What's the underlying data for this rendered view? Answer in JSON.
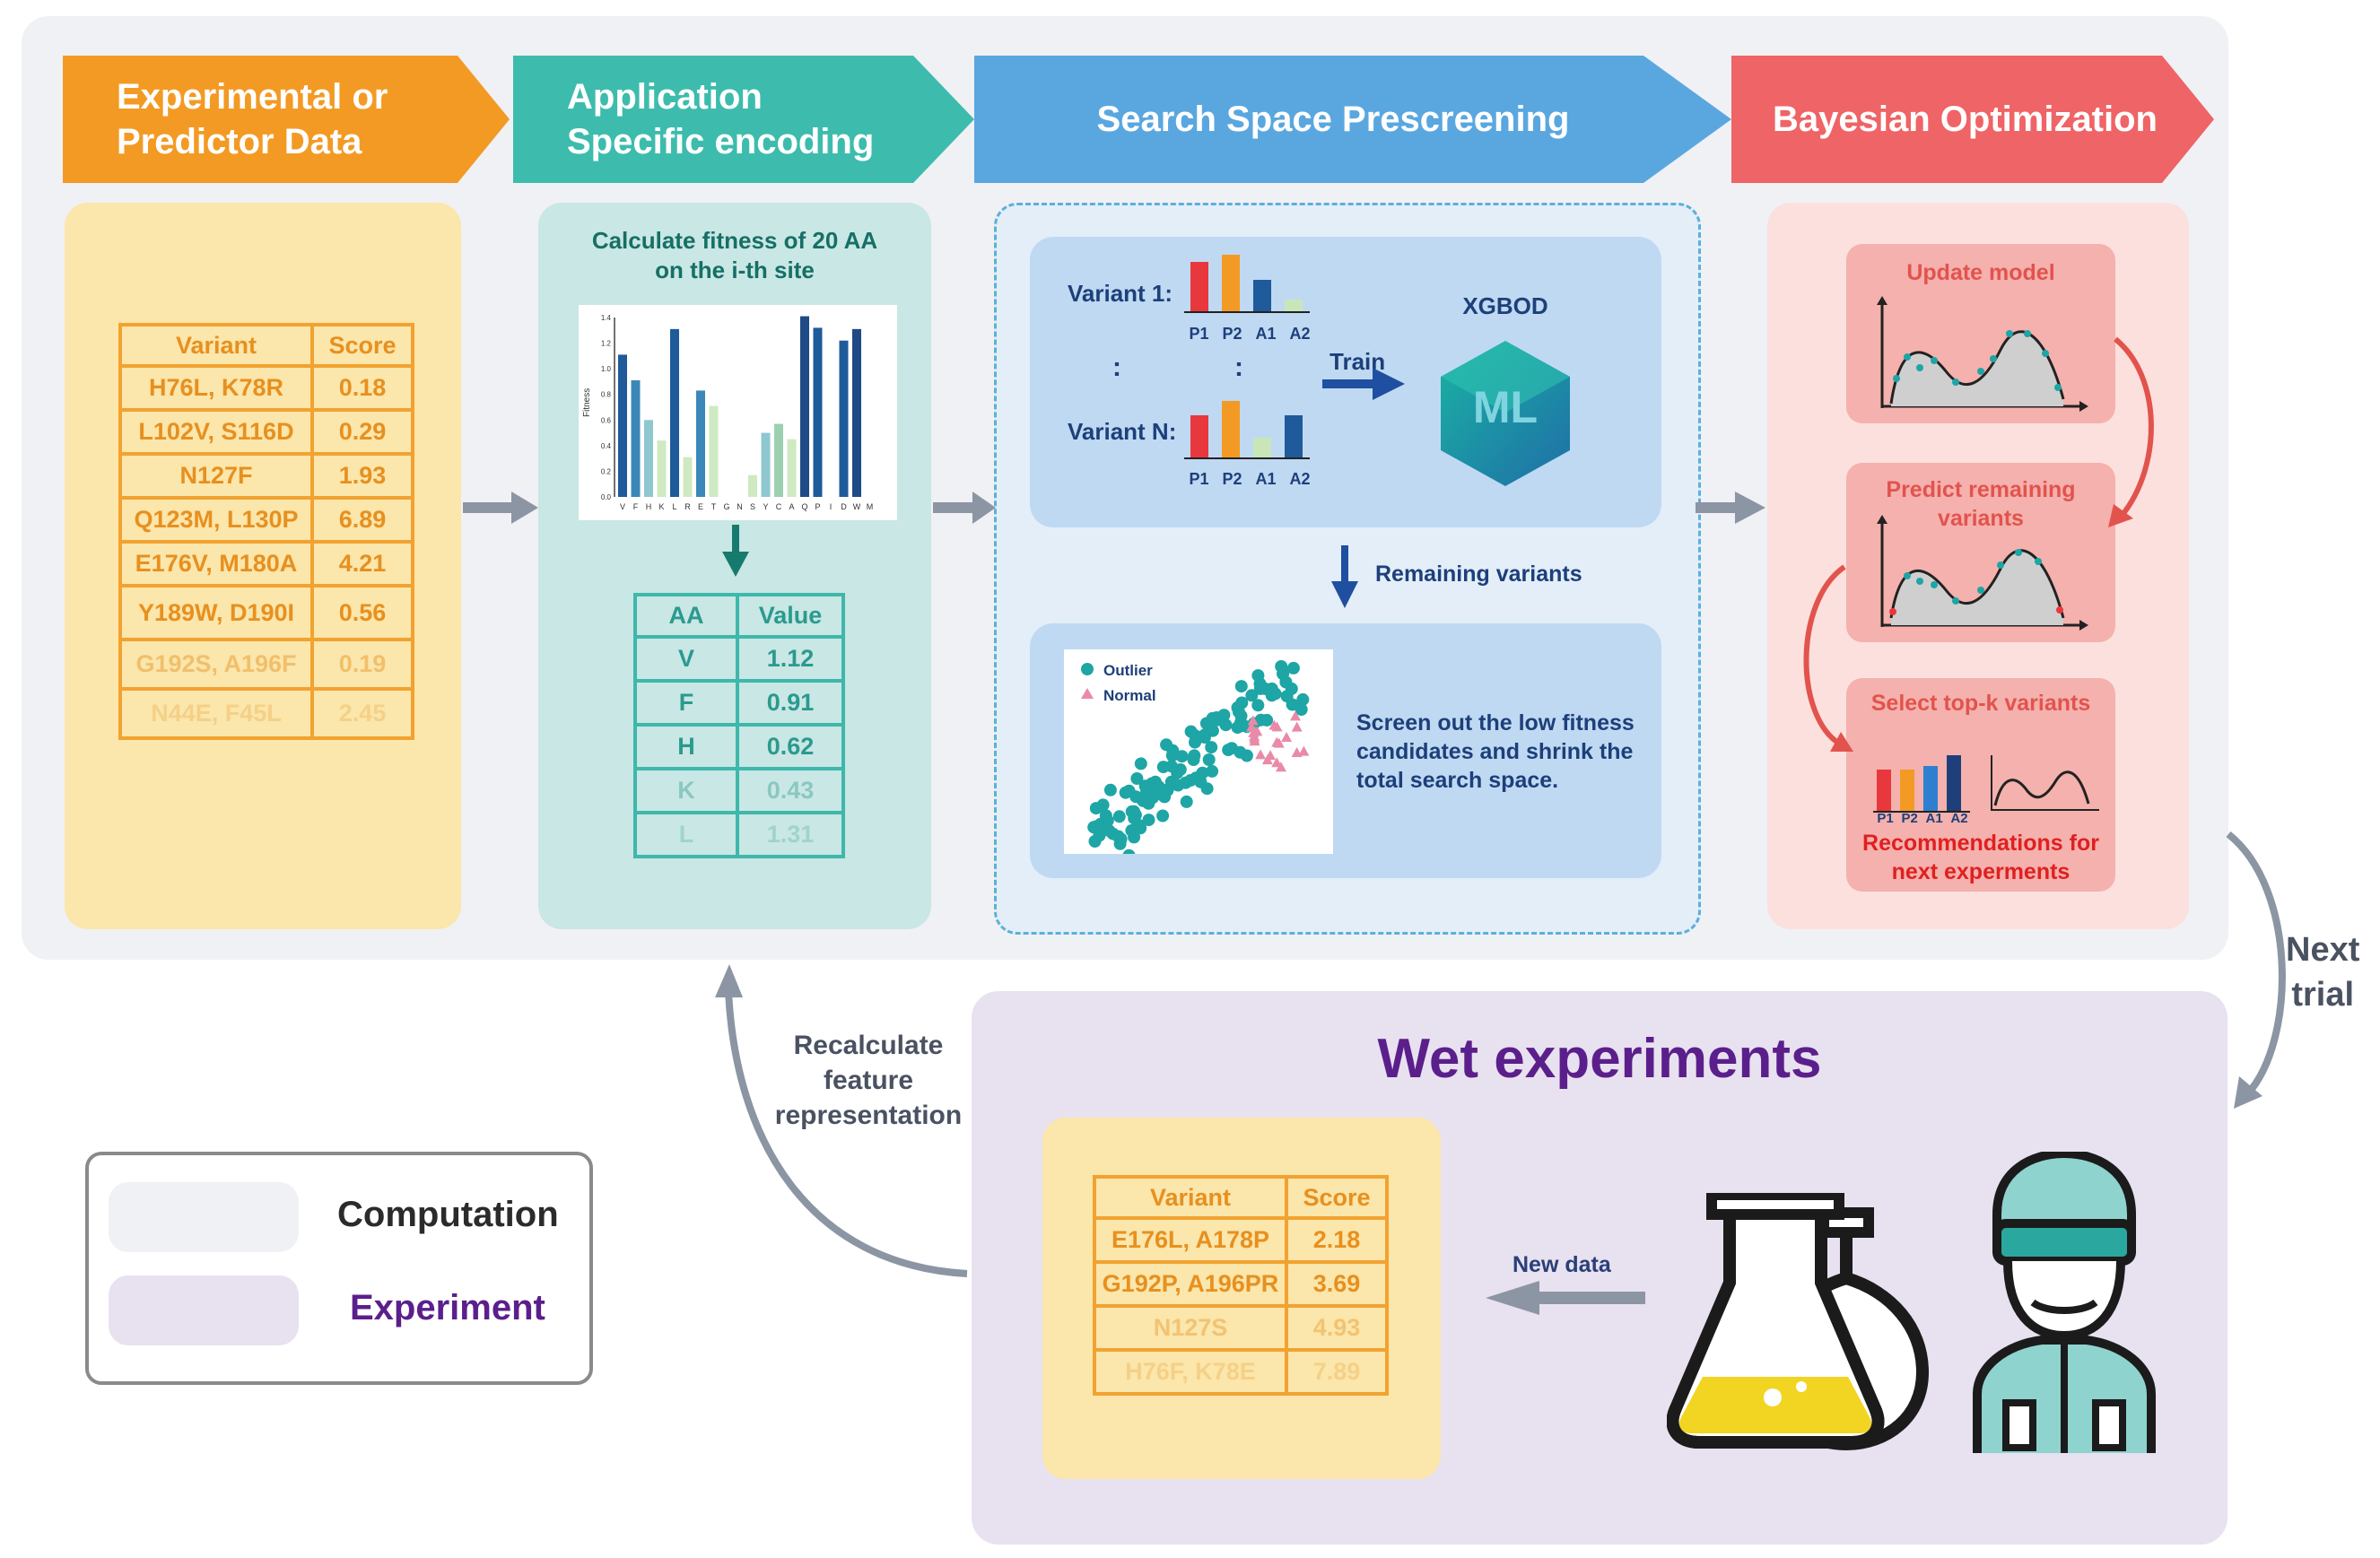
{
  "steps": [
    {
      "label": "Experimental or\nPredictor Data",
      "color": "#f39a24"
    },
    {
      "label": "Application\nSpecific encoding",
      "color": "#3dbcad"
    },
    {
      "label": "Search Space Prescreening",
      "color": "#5aa7e0"
    },
    {
      "label": "Bayesian Optimization",
      "color": "#ef6466"
    }
  ],
  "data_table": {
    "headers": [
      "Variant",
      "Score"
    ],
    "rows": [
      [
        "H76L, K78R",
        "0.18"
      ],
      [
        "L102V, S116D",
        "0.29"
      ],
      [
        "N127F",
        "1.93"
      ],
      [
        "Q123M, L130P",
        "6.89"
      ],
      [
        "E176V, M180A",
        "4.21"
      ],
      [
        "Y189W, D190I",
        "0.56"
      ],
      [
        "G192S, A196F",
        "0.19"
      ],
      [
        "N44E, F45L",
        "2.45"
      ]
    ]
  },
  "encoding": {
    "title": "Calculate fitness of 20 AA\non the i-th site",
    "ylabel": "Fitness",
    "yticks": [
      "1.4",
      "1.2",
      "1.0",
      "0.8",
      "0.6",
      "0.4",
      "0.2",
      "0.0"
    ],
    "aa_letters": [
      "V",
      "F",
      "H",
      "K",
      "L",
      "R",
      "E",
      "T",
      "G",
      "N",
      "S",
      "Y",
      "C",
      "A",
      "Q",
      "P",
      "I",
      "D",
      "W",
      "M"
    ],
    "table_headers": [
      "AA",
      "Value"
    ],
    "table_rows": [
      [
        "V",
        "1.12"
      ],
      [
        "F",
        "0.91"
      ],
      [
        "H",
        "0.62"
      ],
      [
        "K",
        "0.43"
      ],
      [
        "L",
        "1.31"
      ]
    ]
  },
  "prescreen": {
    "variant1": "Variant 1:",
    "variantN": "Variant N:",
    "ellipsis": ":",
    "bar_labels": [
      "P1",
      "P2",
      "A1",
      "A2"
    ],
    "train": "Train",
    "model_name": "XGBOD",
    "ml": "ML",
    "remaining": "Remaining variants",
    "legend_outlier": "Outlier",
    "legend_normal": "Normal",
    "screen_text": "Screen out the low fitness candidates and shrink the total search space."
  },
  "bo": {
    "update": "Update model",
    "predict": "Predict remaining\nvariants",
    "select": "Select top-k variants",
    "bar_labels": [
      "P1",
      "P2",
      "A1",
      "A2"
    ],
    "recommend": "Recommendations for\nnext experments"
  },
  "wet": {
    "title": "Wet experiments",
    "new_data": "New data",
    "recalc": "Recalculate\nfeature\nrepresentation",
    "next": "Next\ntrial",
    "table_headers": [
      "Variant",
      "Score"
    ],
    "table_rows": [
      [
        "E176L, A178P",
        "2.18"
      ],
      [
        "G192P, A196PR",
        "3.69"
      ],
      [
        "N127S",
        "4.93"
      ],
      [
        "H76F, K78E",
        "7.89"
      ]
    ]
  },
  "legend": {
    "computation": "Computation",
    "experiment": "Experiment",
    "computation_color": "#f0f1f5",
    "experiment_color": "#e8e1ef"
  }
}
